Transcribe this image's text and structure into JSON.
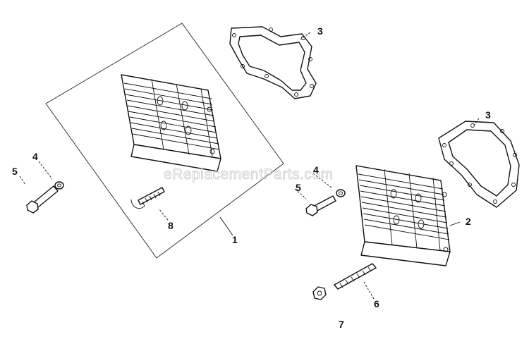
{
  "watermark": "eReplacementParts.com",
  "callouts": {
    "c1": "1",
    "c2": "2",
    "c3a": "3",
    "c3b": "3",
    "c4a": "4",
    "c4b": "4",
    "c5a": "5",
    "c5b": "5",
    "c6": "6",
    "c7": "7",
    "c8": "8"
  },
  "colors": {
    "ink": "#111111",
    "background": "#ffffff",
    "watermark": "#c8c8c8"
  }
}
